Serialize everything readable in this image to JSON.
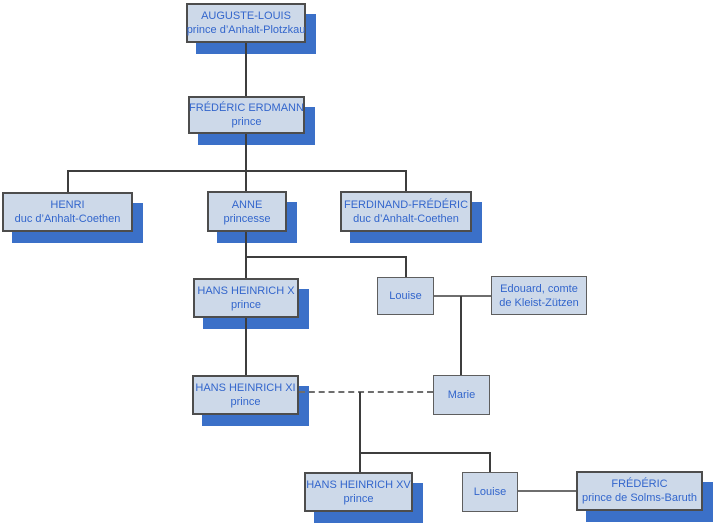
{
  "colors": {
    "background": "#ffffff",
    "box_fill": "#cdd9e9",
    "box_border": "#4d4d4d",
    "spouse_border": "#5e5e5e",
    "shadow": "#3b70c8",
    "text": "#3366cc",
    "line": "#3d3d3d",
    "line_gray": "#6e6e6e"
  },
  "nodes": {
    "auguste_louis": {
      "line1": "AUGUSTE-LOUIS",
      "line2": "prince d’Anhalt-Plotzkau"
    },
    "frederic_erdmann": {
      "line1": "FRÉDÉRIC ERDMANN",
      "line2": "prince"
    },
    "henri": {
      "line1": "HENRI",
      "line2": "duc d’Anhalt-Coethen"
    },
    "anne": {
      "line1": "ANNE",
      "line2": "princesse"
    },
    "ferdinand_frederic": {
      "line1": "FERDINAND-FRÉDÉRIC",
      "line2": "duc d’Anhalt-Coethen"
    },
    "hans_heinrich_x": {
      "line1": "HANS HEINRICH X",
      "line2": "prince"
    },
    "louise_kleist": {
      "line1": "Louise"
    },
    "edouard": {
      "line1": "Edouard, comte",
      "line2": "de Kleist-Zützen"
    },
    "hans_heinrich_xi": {
      "line1": "HANS HEINRICH XI",
      "line2": "prince"
    },
    "marie": {
      "line1": "Marie"
    },
    "hans_heinrich_xv": {
      "line1": "HANS HEINRICH XV",
      "line2": "prince"
    },
    "louise_solms": {
      "line1": "Louise"
    },
    "frederic_solms": {
      "line1": "FRÉDÉRIC",
      "line2": "prince de Solms-Baruth"
    }
  },
  "relations": [
    {
      "type": "parent-child",
      "from": "AUGUSTE-LOUIS",
      "to": "FRÉDÉRIC ERDMANN"
    },
    {
      "type": "parent-child",
      "from": "FRÉDÉRIC ERDMANN",
      "to": "HENRI"
    },
    {
      "type": "parent-child",
      "from": "FRÉDÉRIC ERDMANN",
      "to": "ANNE"
    },
    {
      "type": "parent-child",
      "from": "FRÉDÉRIC ERDMANN",
      "to": "FERDINAND-FRÉDÉRIC"
    },
    {
      "type": "parent-child",
      "from": "ANNE",
      "to": "HANS HEINRICH X"
    },
    {
      "type": "parent-child",
      "from": "ANNE",
      "to": "Louise"
    },
    {
      "type": "marriage",
      "between": [
        "Louise",
        "Edouard, comte de Kleist-Zützen"
      ]
    },
    {
      "type": "parent-child",
      "from": "Louise + Edouard",
      "to": "Marie"
    },
    {
      "type": "parent-child",
      "from": "HANS HEINRICH X",
      "to": "HANS HEINRICH XI"
    },
    {
      "type": "union-dashed",
      "between": [
        "HANS HEINRICH XI",
        "Marie"
      ]
    },
    {
      "type": "parent-child",
      "from": "HANS HEINRICH XI + Marie",
      "to": "HANS HEINRICH XV"
    },
    {
      "type": "parent-child",
      "from": "HANS HEINRICH XI + Marie",
      "to": "Louise"
    },
    {
      "type": "marriage",
      "between": [
        "Louise",
        "FRÉDÉRIC prince de Solms-Baruth"
      ]
    }
  ]
}
